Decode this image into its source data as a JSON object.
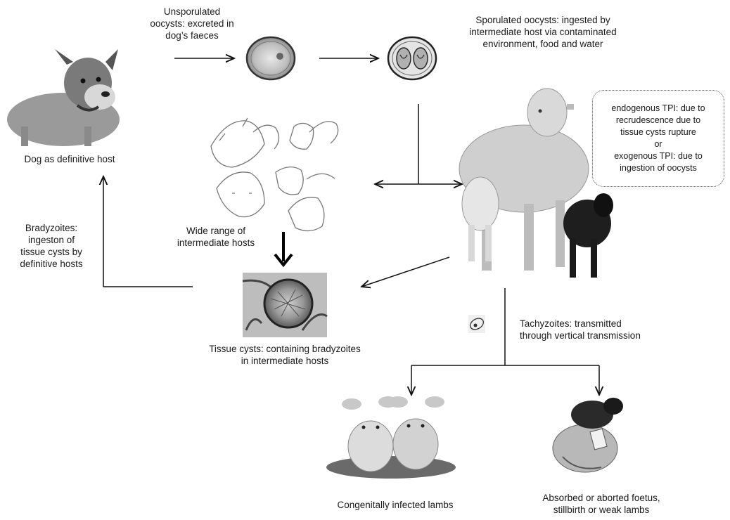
{
  "labels": {
    "dog": "Dog as definitive host",
    "unsporulated": "Unsporulated\noocysts: excreted in\ndog’s faeces",
    "sporulated": "Sporulated oocysts: ingested by\nintermediate host  via contaminated\nenvironment, food and water",
    "wide_range": "Wide range of\nintermediate hosts",
    "bradyzoites": "Bradyzoites:\ningeston of\ntissue cysts by\ndefinitive hosts",
    "tissue_cysts": "Tissue cysts:  containing bradyzoites\nin intermediate hosts",
    "tachyzoites": "Tachyzoites: transmitted\nthrough vertical transmission",
    "congenital": "Congenitally infected lambs",
    "aborted": "Absorbed or aborted foetus,\nstillbirth or weak lambs",
    "tpi_note": "endogenous TPI: due to\nrecrudescence due to\ntissue cysts rupture\nor\nexogenous  TPI: due to\ningestion of oocysts"
  },
  "images": {
    "dog_photo": "dog-photo",
    "unsporulated_oocyst": "unsporulated-oocyst-image",
    "sporulated_oocyst": "sporulated-oocyst-image",
    "animals_sketch": "intermediate-hosts-sketch",
    "sheep_photo": "sheep-with-lambs-photo",
    "tissue_cyst": "tissue-cyst-micrograph",
    "tachyzoite": "tachyzoite-icon",
    "twin_lambs": "twin-lambs-photo",
    "aborted_foetus": "aborted-foetus-photo"
  }
}
